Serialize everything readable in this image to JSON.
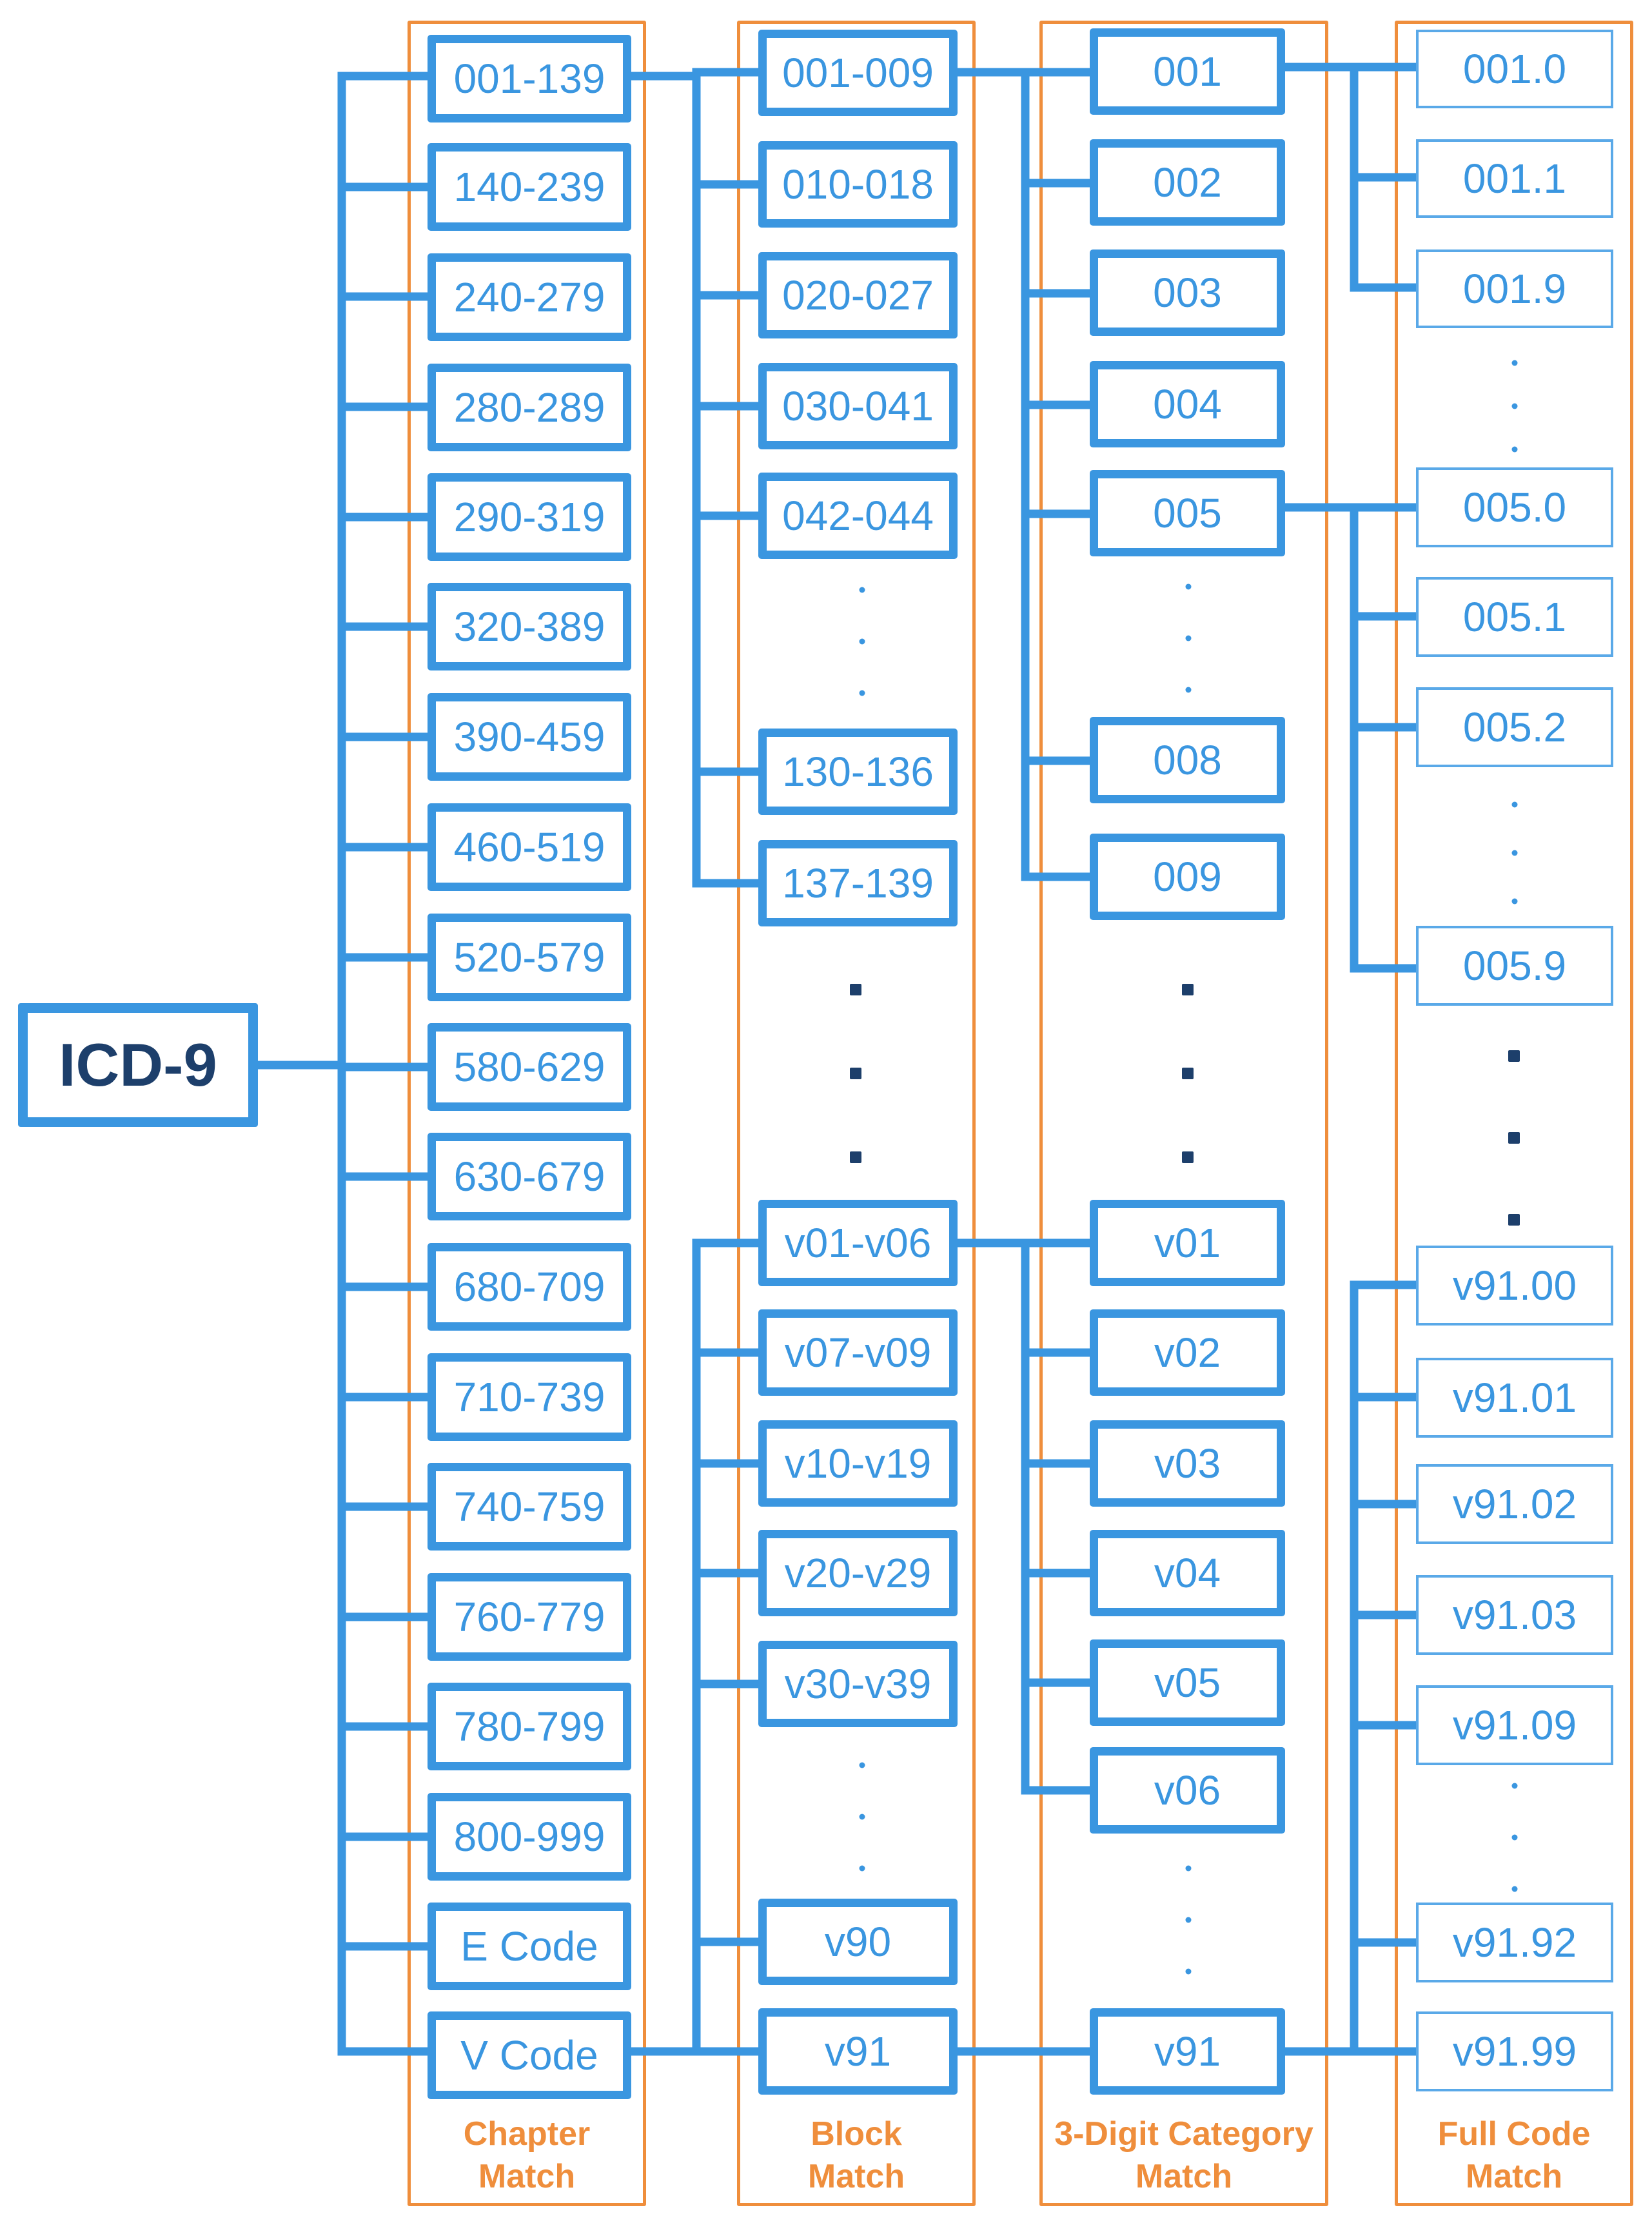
{
  "root": {
    "label": "ICD-9"
  },
  "columns": {
    "chapter": {
      "title": "Chapter\nMatch",
      "items": [
        "001-139",
        "140-239",
        "240-279",
        "280-289",
        "290-319",
        "320-389",
        "390-459",
        "460-519",
        "520-579",
        "580-629",
        "630-679",
        "680-709",
        "710-739",
        "740-759",
        "760-779",
        "780-799",
        "800-999",
        "E Code",
        "V Code"
      ]
    },
    "block": {
      "title": "Block\nMatch",
      "items_top": [
        "001-009",
        "010-018",
        "020-027",
        "030-041",
        "042-044"
      ],
      "items_mid": [
        "130-136",
        "137-139"
      ],
      "items_bottom": [
        "v01-v06",
        "v07-v09",
        "v10-v19",
        "v20-v29",
        "v30-v39"
      ],
      "items_end": [
        "v90",
        "v91"
      ]
    },
    "category": {
      "title": "3-Digit Category\nMatch",
      "items_top": [
        "001",
        "002",
        "003",
        "004",
        "005"
      ],
      "items_mid": [
        "008",
        "009"
      ],
      "items_bottom": [
        "v01",
        "v02",
        "v03",
        "v04",
        "v05",
        "v06"
      ],
      "items_end": [
        "v91"
      ]
    },
    "full": {
      "title": "Full Code\nMatch",
      "group_001": [
        "001.0",
        "001.1",
        "001.9"
      ],
      "group_005": [
        "005.0",
        "005.1",
        "005.2"
      ],
      "group_005_end": [
        "005.9"
      ],
      "group_v91": [
        "v91.00",
        "v91.01",
        "v91.02",
        "v91.03",
        "v91.09"
      ],
      "group_v91_end": [
        "v91.92",
        "v91.99"
      ]
    }
  },
  "colors": {
    "node": "#3a96e0",
    "frame": "#ef8e3c",
    "root_text": "#1d3f6b"
  }
}
